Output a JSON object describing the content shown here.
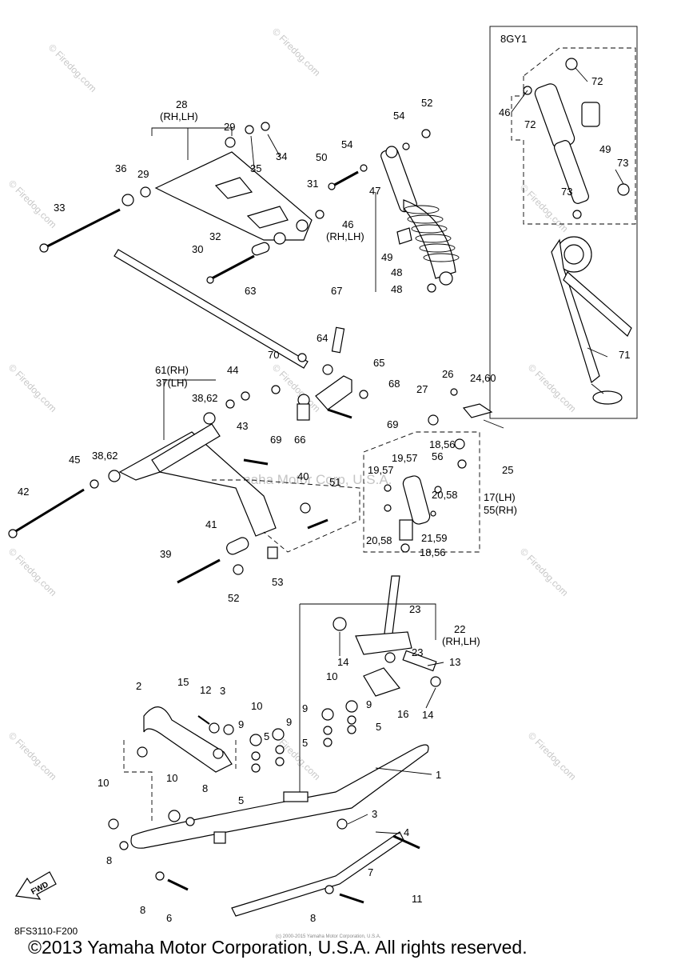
{
  "inset": {
    "label": "8GY1"
  },
  "part_code": "8FS3110-F200",
  "copyright": "©2013 Yamaha Motor Corporation, U.S.A. All rights reserved.",
  "fine_print": "(c) 2000-2015 Yamaha Motor Corporation, U.S.A.",
  "watermark": {
    "brand": "© Firedog.com",
    "center": "Yamaha Motor Corp, U.S.A."
  },
  "fwd_label": "FWD",
  "callouts": {
    "c1": "1",
    "c2": "2",
    "c3a": "3",
    "c3b": "3",
    "c4": "4",
    "c5a": "5",
    "c5b": "5",
    "c5c": "5",
    "c5d": "5",
    "c6": "6",
    "c7": "7",
    "c8a": "8",
    "c8b": "8",
    "c8c": "8",
    "c8d": "8",
    "c9a": "9",
    "c9b": "9",
    "c9c": "9",
    "c9d": "9",
    "c10a": "10",
    "c10b": "10",
    "c10c": "10",
    "c10d": "10",
    "c11": "11",
    "c12": "12",
    "c13": "13",
    "c14a": "14",
    "c14b": "14",
    "c15": "15",
    "c16": "16",
    "c17": "17(LH)",
    "c55": "55(RH)",
    "c18a": "18,56",
    "c18b": "18,56",
    "c1957a": "19,57",
    "c1957b": "19,57",
    "c2058a": "20,58",
    "c2058b": "20,58",
    "c2159": "21,59",
    "c22": "22",
    "c22sub": "(RH,LH)",
    "c23a": "23",
    "c23b": "23",
    "c2460": "24,60",
    "c25": "25",
    "c26": "26",
    "c27": "27",
    "c28": "28",
    "c28sub": "(RH,LH)",
    "c29a": "29",
    "c29b": "29",
    "c30": "30",
    "c31": "31",
    "c32": "32",
    "c33": "33",
    "c34": "34",
    "c35": "35",
    "c36": "36",
    "c37": "37(LH)",
    "c61": "61(RH)",
    "c3862a": "38,62",
    "c3862b": "38,62",
    "c39": "39",
    "c40": "40",
    "c41": "41",
    "c42": "42",
    "c43": "43",
    "c44": "44",
    "c45": "45",
    "c46": "46",
    "c46sub": "(RH,LH)",
    "c46b": "46",
    "c47": "47",
    "c48a": "48",
    "c48b": "48",
    "c49a": "49",
    "c49b": "49",
    "c50": "50",
    "c51": "51",
    "c52a": "52",
    "c52b": "52",
    "c53": "53",
    "c54a": "54",
    "c54b": "54",
    "c56": "56",
    "c63": "63",
    "c64": "64",
    "c65": "65",
    "c66": "66",
    "c67": "67",
    "c68": "68",
    "c69a": "69",
    "c69b": "69",
    "c70": "70",
    "c71": "71",
    "c72a": "72",
    "c72b": "72",
    "c73a": "73",
    "c73b": "73"
  }
}
